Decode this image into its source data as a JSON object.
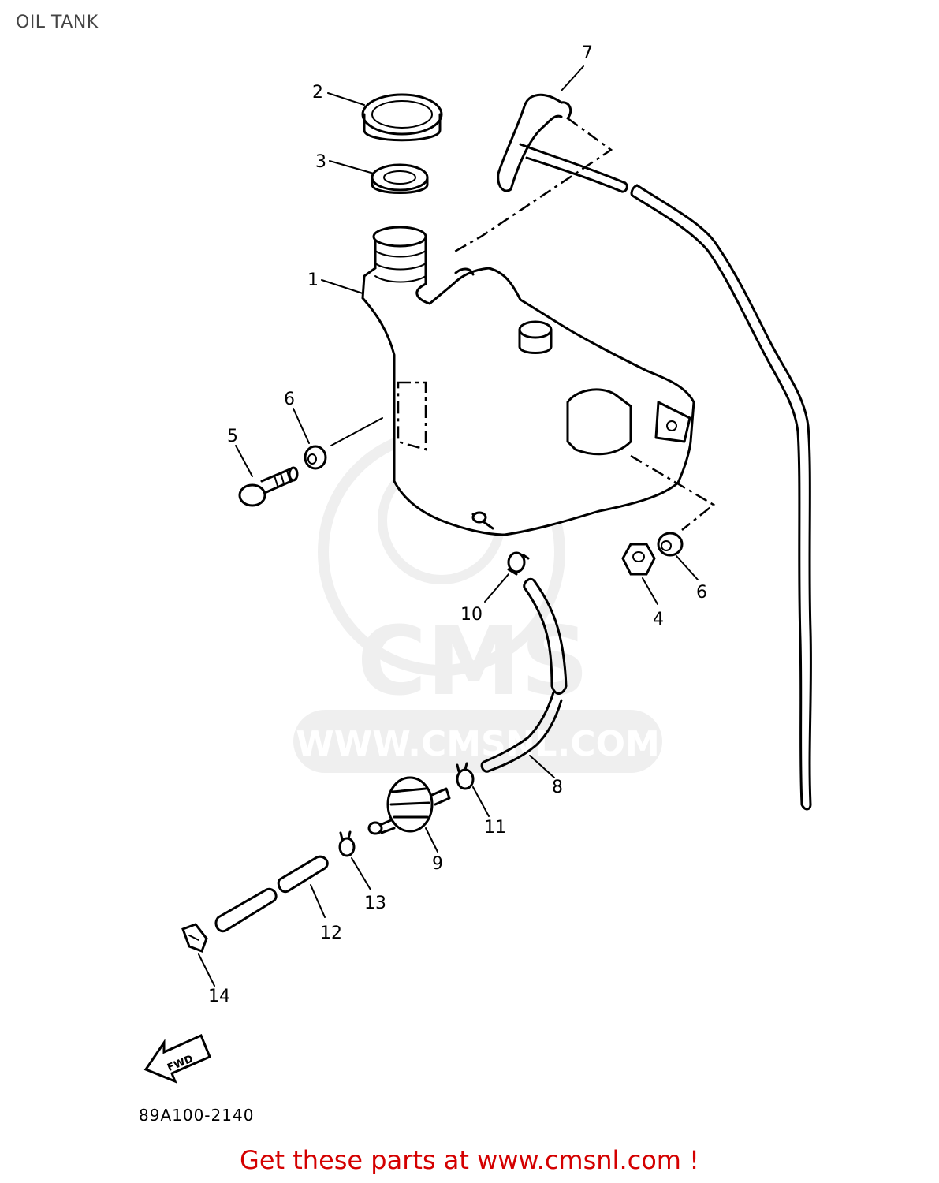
{
  "title": "OIL TANK",
  "drawing_code": "89A100-2140",
  "promo_text": "Get these parts at www.cmsnl.com !",
  "watermark": {
    "text_large": "CMS",
    "text_url": "WWW.CMSNL.COM"
  },
  "fwd_arrow_label": "FWD",
  "callouts": {
    "c1": "1",
    "c2": "2",
    "c3": "3",
    "c4": "4",
    "c5": "5",
    "c6a": "6",
    "c6b": "6",
    "c7": "7",
    "c8": "8",
    "c9": "9",
    "c10": "10",
    "c11": "11",
    "c12": "12",
    "c13": "13",
    "c14": "14"
  },
  "colors": {
    "line": "#000000",
    "promo": "#d40000",
    "title": "#444444",
    "watermark": "#bbbbbb"
  }
}
